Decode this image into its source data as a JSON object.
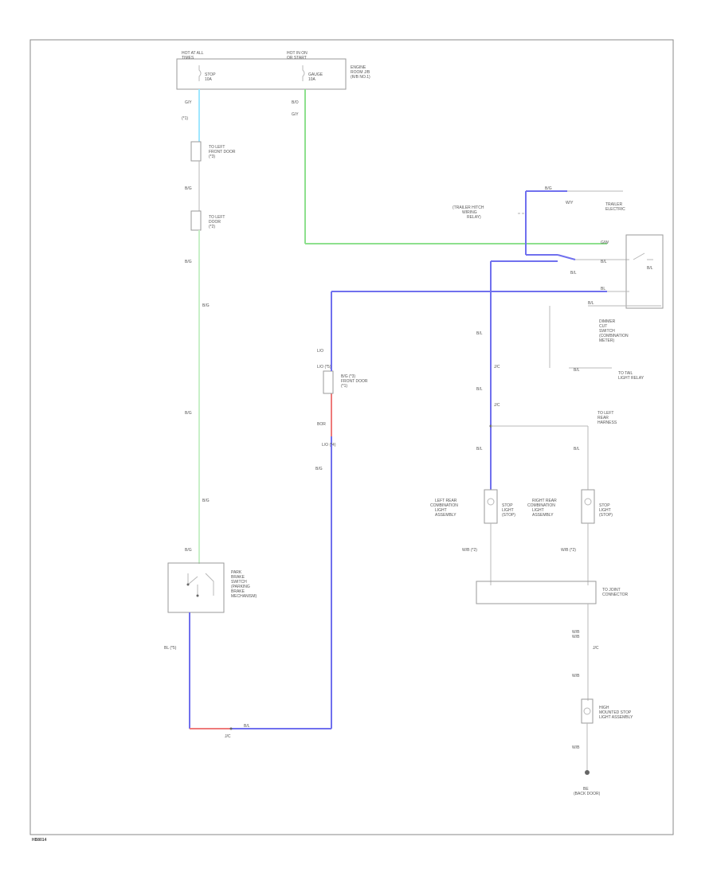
{
  "page_id": "HB8014",
  "wire_colors": {
    "cyan": "#9fe7ff",
    "green": "#8de08d",
    "light_green": "#c8f0c8",
    "blue": "#7070ee",
    "red": "#ee7a7a",
    "black": "#b8b8b8"
  },
  "labels": {
    "fuse_left_top": "HOT AT ALL",
    "fuse_left_bot": "TIMES",
    "fuse_right_top": "HOT IN ON",
    "fuse_right_bot": "OR START",
    "fuse_left_name": "STOP",
    "fuse_left_amp": "10A",
    "fuse_right_name": "GAUGE",
    "fuse_right_amp": "10A",
    "jb_1": "ENGINE",
    "jb_2": "ROOM J/B",
    "jb_3": "(R/B NO.1)",
    "w_gy_top": "G/Y",
    "w_gy_bot": "(*1)",
    "w_b_top": "B/O",
    "conn_a1": "TO LEFT",
    "conn_a2": "FRONT DOOR",
    "conn_a3": "(*3)",
    "w_mid1": "B/G",
    "conn_b1": "TO LEFT",
    "conn_b2": "DOOR",
    "conn_b3": "(*2)",
    "w_mid2": "B/G",
    "w_mid3": "B/G",
    "w_long": "B/G",
    "w_lower": "B/G",
    "park_1": "PARK",
    "park_2": "BRAKE",
    "park_3": "SWITCH",
    "park_4": "(PARKING",
    "park_5": "BRAKE",
    "park_6": "MECHANISM)",
    "w_lb_bot": "BL (*5)",
    "ground_lbl": "J/C",
    "w_bl_gnd": "B/L",
    "trailer_1": "(TRAILER HITCH",
    "trailer_2": "WIRING",
    "trailer_3": "RELAY)",
    "trailer_4": "TRAILER",
    "trailer_5": "ELECTRIC",
    "w_blu_top": "B/G",
    "w_wh": "W/Y",
    "w_gr_r": "G/W",
    "w_bl_r": "B/L",
    "w_bu_r": "BL",
    "dimmer_1": "DIMMER",
    "dimmer_2": "CUT",
    "dimmer_3": "SWITCH",
    "dimmer_4": "(COMBINATION",
    "dimmer_5": "METER)",
    "to_tail": "TO TAIL",
    "tail_sub": "LIGHT RELAY",
    "w_bl_down1": "B/L",
    "w_bl_down2": "B/L",
    "w_bl_down3": "B/L",
    "jc1": "J/C",
    "jc2": "J/C",
    "jc_right1": "TO LEFT",
    "jc_right2": "REAR",
    "jc_right3": "HARNESS",
    "rl_1": "LEFT REAR",
    "rl_2": "COMBINATION",
    "rl_3": "LIGHT",
    "rl_4": "ASSEMBLY",
    "rr_1": "RIGHT REAR",
    "rr_2": "COMBINATION",
    "rr_3": "LIGHT",
    "rr_4": "ASSEMBLY",
    "lamp_1": "STOP",
    "lamp_2": "LIGHT",
    "lamp_3": "(STOP)",
    "rlamp_1": "STOP",
    "rlamp_2": "LIGHT",
    "rlamp_3": "(STOP)",
    "w_wb1": "W/B (*2)",
    "w_wb2": "W/B (*2)",
    "gnd_conn_1": "TO JOINT",
    "gnd_conn_2": "CONNECTOR",
    "w_wb_g1": "W/B",
    "w_wb_g2": "W/B",
    "conn_lower": "J/C",
    "w_wb_g3": "W/B",
    "high_mount_1": "HIGH",
    "high_mount_2": "MOUNTED STOP",
    "high_mount_3": "LIGHT ASSEMBLY",
    "w_wb_g4": "W/B",
    "ground_1": "BE",
    "ground_2": "(BACK DOOR)",
    "red_a": "BOR",
    "red_b": "L/O (*4)",
    "red_c": "B/G",
    "blue_top_conn": "B/G (*3)",
    "blue_top_conn2": "FRONT DOOR",
    "blue_top_conn3": "(*1)",
    "blue_mid": "L/O",
    "blue_bot": "L/O (*5)"
  }
}
